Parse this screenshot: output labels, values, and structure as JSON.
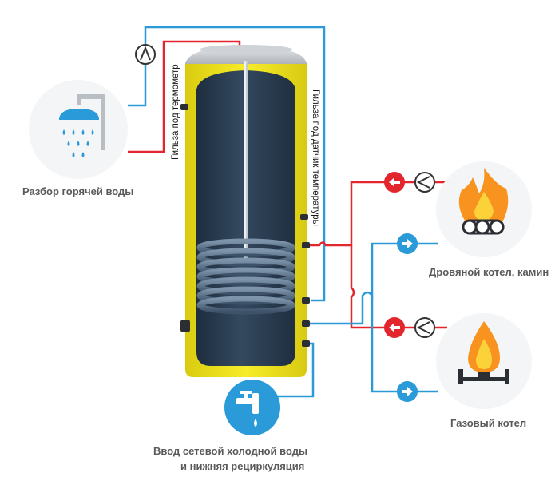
{
  "labels": {
    "hot_water_outlet": "Разбор горячей воды",
    "cold_water_inlet_line1": "Ввод  сетевой холодной воды",
    "cold_water_inlet_line2": "и нижняя рециркуляция",
    "wood_boiler": "Дровяной котел, камин",
    "gas_boiler": "Газовый котел",
    "thermometer_sleeve": "Гильза под термометр",
    "sensor_sleeve": "Гильза под датчик температуры"
  },
  "colors": {
    "hot_line": "#e3262e",
    "cold_line": "#2a9ad8",
    "tank_shell": "#f0e41e",
    "tank_inner": "#2d4056",
    "icon_circle": "#f4f5f7",
    "icon_blue": "#2a9ad8",
    "flame_orange": "#f7931e",
    "flame_yellow": "#fcd23a",
    "label_gray": "#5a5a5a"
  },
  "icons": {
    "shower": "shower-icon",
    "tap": "water-tap-icon",
    "fire": "wood-fire-icon",
    "gas": "gas-burner-icon",
    "pump": "circulation-pump-icon",
    "hot_arrow": "flow-arrow-left-icon",
    "cold_arrow": "flow-arrow-right-icon"
  }
}
